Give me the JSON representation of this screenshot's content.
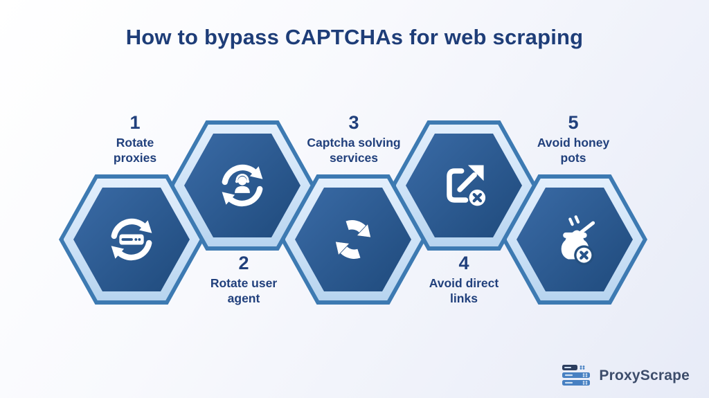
{
  "title": "How to bypass CAPTCHAs for web scraping",
  "colors": {
    "background_start": "#ffffff",
    "background_end": "#e7ebf7",
    "title_text": "#1e3d78",
    "label_text": "#21407c",
    "hex_border": "#3d7ab2",
    "hex_ring_light": "#e3effc",
    "hex_ring_dark": "#b7d4ef",
    "hex_inner_start": "#3a6ba6",
    "hex_inner_end": "#1f4a7c",
    "icon_color": "#ffffff",
    "icon_detail": "#27538a",
    "logo_text": "#3d4d6b",
    "logo_icon_blue": "#4780c2",
    "logo_icon_dark": "#2d3e5f"
  },
  "steps": [
    {
      "number": "1",
      "line1": "Rotate",
      "line2": "proxies",
      "icon": "rotate-proxies-icon",
      "label_position": "above"
    },
    {
      "number": "2",
      "line1": "Rotate user",
      "line2": "agent",
      "icon": "rotate-user-agent-icon",
      "label_position": "below"
    },
    {
      "number": "3",
      "line1": "Captcha solving",
      "line2": "services",
      "icon": "captcha-refresh-icon",
      "label_position": "above"
    },
    {
      "number": "4",
      "line1": "Avoid direct",
      "line2": "links",
      "icon": "external-link-blocked-icon",
      "label_position": "below"
    },
    {
      "number": "5",
      "line1": "Avoid honey",
      "line2": "pots",
      "icon": "honeypot-blocked-icon",
      "label_position": "above"
    }
  ],
  "logo": {
    "name": "ProxyScrape",
    "icon": "server-stack-icon"
  }
}
